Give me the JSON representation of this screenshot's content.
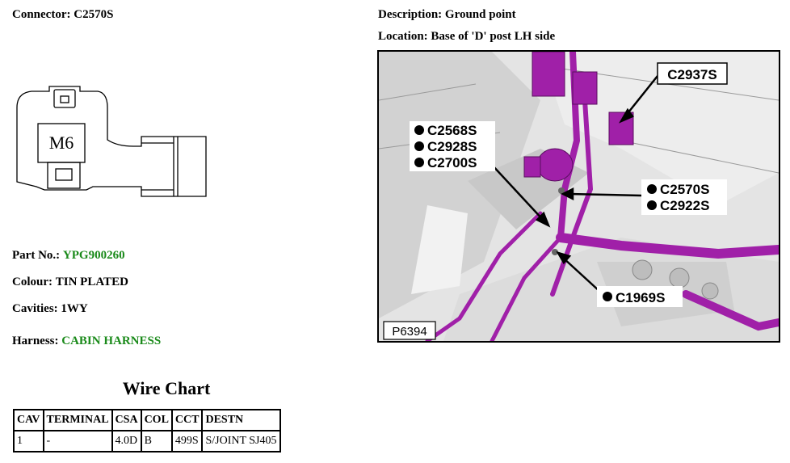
{
  "connector": {
    "label": "Connector:",
    "value": "C2570S"
  },
  "description": {
    "label": "Description:",
    "value": "Ground point"
  },
  "location": {
    "label": "Location:",
    "value": "Base of 'D' post LH side"
  },
  "part_no": {
    "label": "Part No.:",
    "value": "YPG900260"
  },
  "colour": {
    "label": "Colour:",
    "value": "TIN PLATED"
  },
  "cavities": {
    "label": "Cavities:",
    "value": "1WY"
  },
  "harness": {
    "label": "Harness:",
    "value": "CABIN HARNESS"
  },
  "connector_drawing": {
    "stud_label": "M6"
  },
  "wire_chart": {
    "title": "Wire Chart",
    "headers": [
      "CAV",
      "TERMINAL",
      "CSA",
      "COL",
      "CCT",
      "DESTN"
    ],
    "rows": [
      [
        "1",
        "-",
        "4.0D",
        "B",
        "499S",
        "S/JOINT SJ405"
      ]
    ]
  },
  "photo": {
    "figure_id": "P6394",
    "callouts": {
      "c2937s": "C2937S",
      "c2568s": "C2568S",
      "c2928s": "C2928S",
      "c2700s": "C2700S",
      "c2570s": "C2570S",
      "c2922s": "C2922S",
      "c1969s": "C1969S"
    },
    "harness_color": "#a020a8"
  }
}
